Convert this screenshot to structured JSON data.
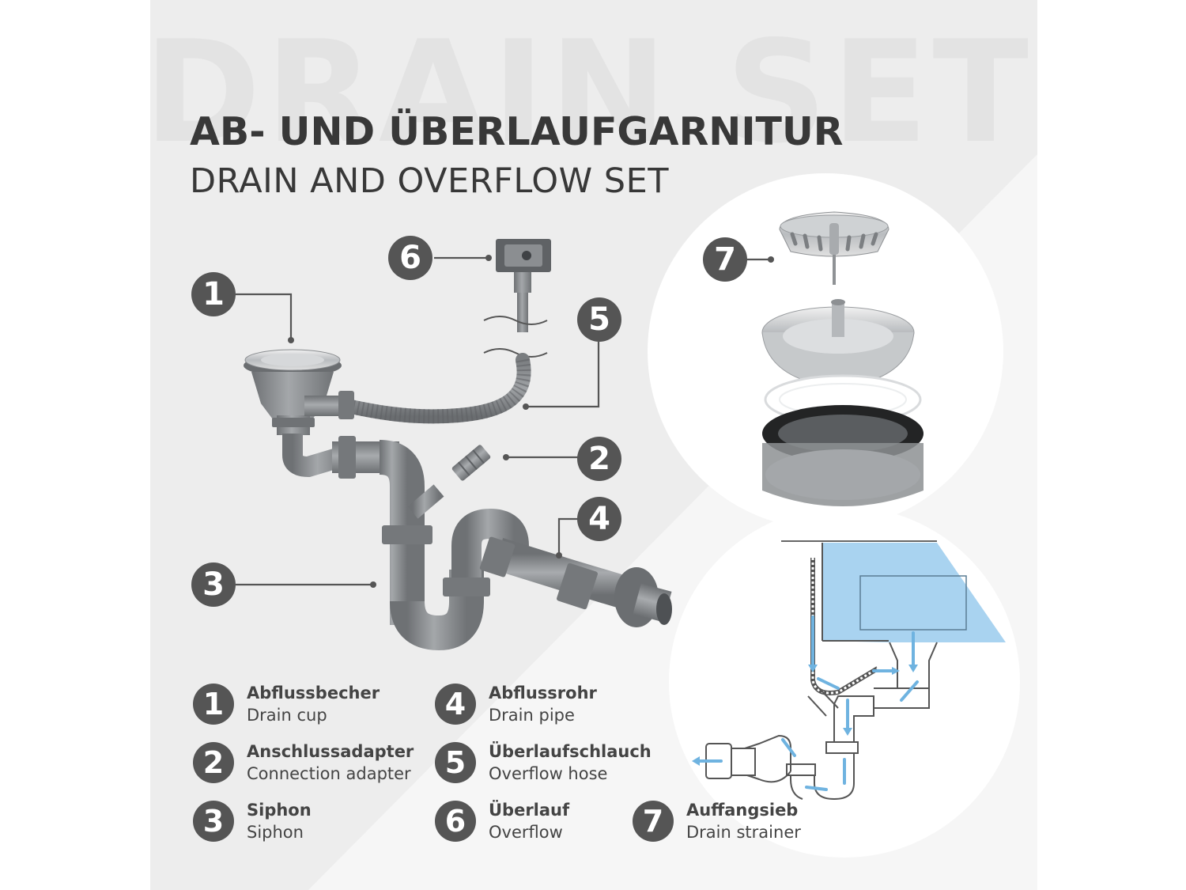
{
  "watermark": "DRAIN SET",
  "title_de": "AB- UND ÜBERLAUFGARNITUR",
  "title_en": "DRAIN AND OVERFLOW SET",
  "callouts": [
    {
      "number": "1"
    },
    {
      "number": "2"
    },
    {
      "number": "3"
    },
    {
      "number": "4"
    },
    {
      "number": "5"
    },
    {
      "number": "6"
    },
    {
      "number": "7"
    }
  ],
  "legend": [
    {
      "number": "1",
      "de": "Abflussbecher",
      "en": "Drain cup"
    },
    {
      "number": "2",
      "de": "Anschlussadapter",
      "en": "Connection adapter"
    },
    {
      "number": "3",
      "de": "Siphon",
      "en": "Siphon"
    },
    {
      "number": "4",
      "de": "Abflussrohr",
      "en": "Drain pipe"
    },
    {
      "number": "5",
      "de": "Überlaufschlauch",
      "en": "Overflow hose"
    },
    {
      "number": "6",
      "de": "Überlauf",
      "en": "Overflow"
    },
    {
      "number": "7",
      "de": "Auffangsieb",
      "en": "Drain strainer"
    }
  ],
  "colors": {
    "panel": "#ededed",
    "badge": "#555555",
    "text": "#383838",
    "pipe": "#8a8d90",
    "water": "#a9d3f0",
    "flow_arrow": "#6fb3e0"
  }
}
